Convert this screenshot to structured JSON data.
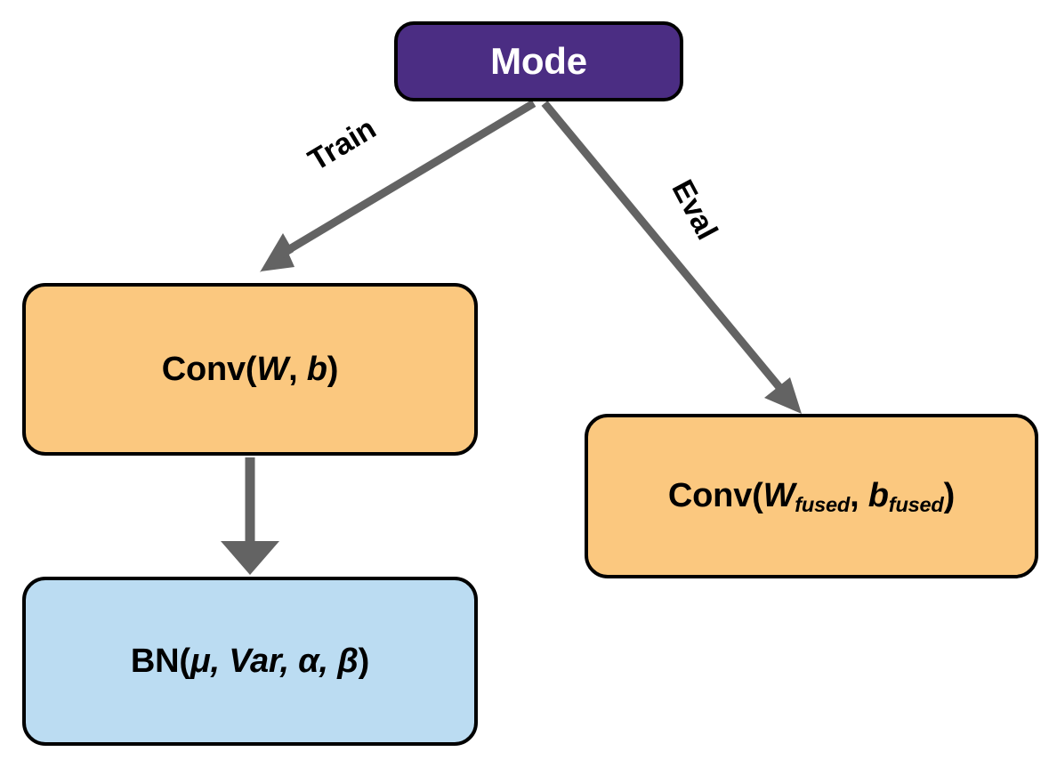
{
  "diagram": {
    "title": "Conv-BN fusion mode switch",
    "background_color": "#ffffff",
    "edge_color": "#636363",
    "border_color": "#000000",
    "nodes": {
      "mode": {
        "label": "Mode",
        "fill": "#4B2D83",
        "text_color": "#ffffff"
      },
      "conv_train": {
        "label_prefix": "Conv(",
        "label_w": "W",
        "label_sep": ", ",
        "label_b": "b",
        "label_suffix": ")",
        "fill": "#FBC87F",
        "text_color": "#000000"
      },
      "bn": {
        "label_prefix": "BN(",
        "label_mu": "μ",
        "label_sep1": ", ",
        "label_var": "Var",
        "label_sep2": ", ",
        "label_alpha": "α",
        "label_sep3": ", ",
        "label_beta": "β",
        "label_suffix": ")",
        "fill": "#BBDCF2",
        "text_color": "#000000"
      },
      "conv_fused": {
        "label_prefix": "Conv(",
        "label_w": "W",
        "label_w_sub": "fused",
        "label_sep": ", ",
        "label_b": "b",
        "label_b_sub": "fused",
        "label_suffix": ")",
        "fill": "#FBC87F",
        "text_color": "#000000"
      }
    },
    "edges": [
      {
        "id": "mode-to-conv-train",
        "label": "Train",
        "from": "mode",
        "to": "conv_train"
      },
      {
        "id": "mode-to-conv-fused",
        "label": "Eval",
        "from": "mode",
        "to": "conv_fused"
      },
      {
        "id": "conv-train-to-bn",
        "label": "",
        "from": "conv_train",
        "to": "bn"
      }
    ]
  }
}
